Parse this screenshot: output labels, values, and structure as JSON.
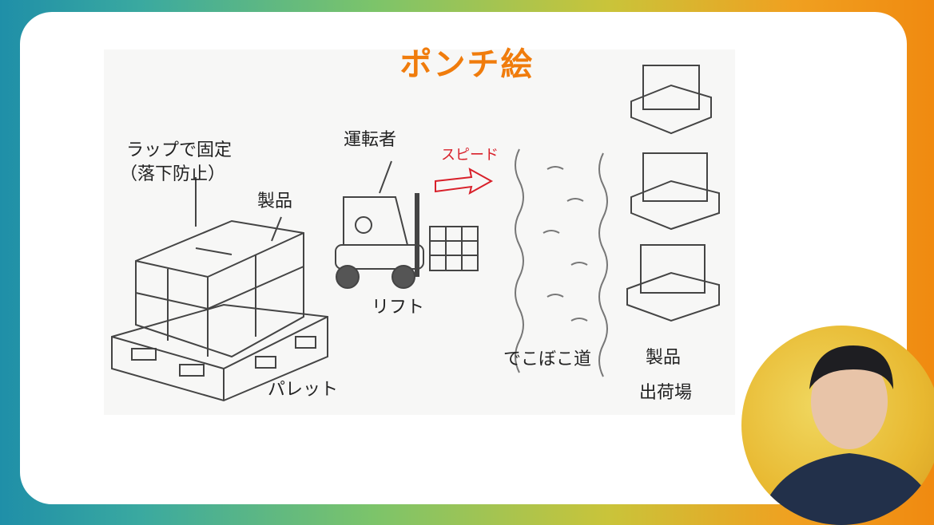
{
  "slide": {
    "title": "ポンチ絵",
    "labels": {
      "wrap": "ラップで固定",
      "wrap_note": "（落下防止）",
      "product": "製品",
      "pallet": "パレット",
      "driver": "運転者",
      "speed": "スピード",
      "lift": "リフト",
      "bumpy_road": "でこぼこ道",
      "shipping_1": "製品",
      "shipping_2": "出荷場"
    }
  },
  "colors": {
    "title": "#f07c0c",
    "speed_arrow": "#d8202a"
  }
}
